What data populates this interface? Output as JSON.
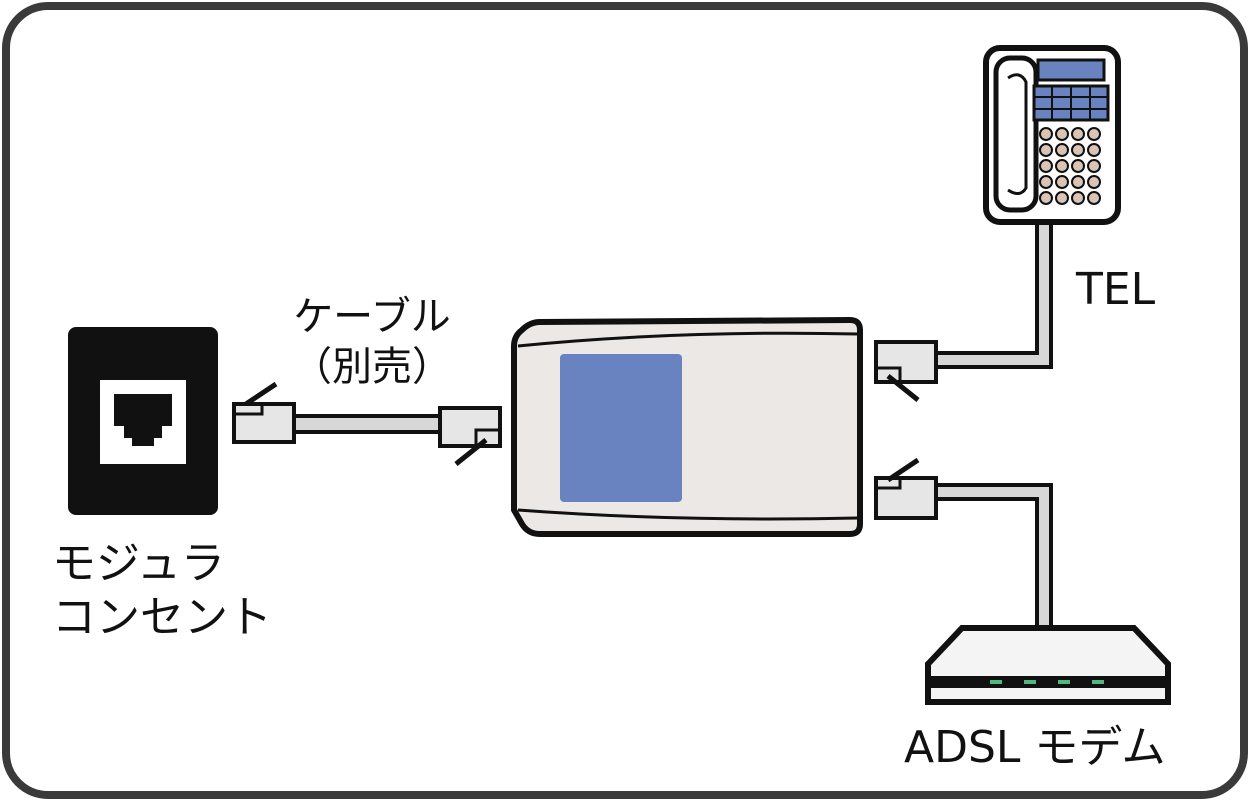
{
  "labels": {
    "modular_line1": "モジュラ",
    "modular_line2": "コンセント",
    "cable_line1": "ケーブル",
    "cable_line2": "（別売）",
    "tel": "TEL",
    "modem": "ADSL モデム"
  },
  "colors": {
    "frame": "#3a3a3a",
    "outline": "#111111",
    "device_body": "#ece8e5",
    "device_panel": "#6883bf",
    "connector": "#e6e6e6",
    "cable": "#d7d7d7",
    "modular_jack": "#111111",
    "phone_display": "#6883bf",
    "phone_keys": "#d9c4b5",
    "modem_led": "#52b882"
  }
}
